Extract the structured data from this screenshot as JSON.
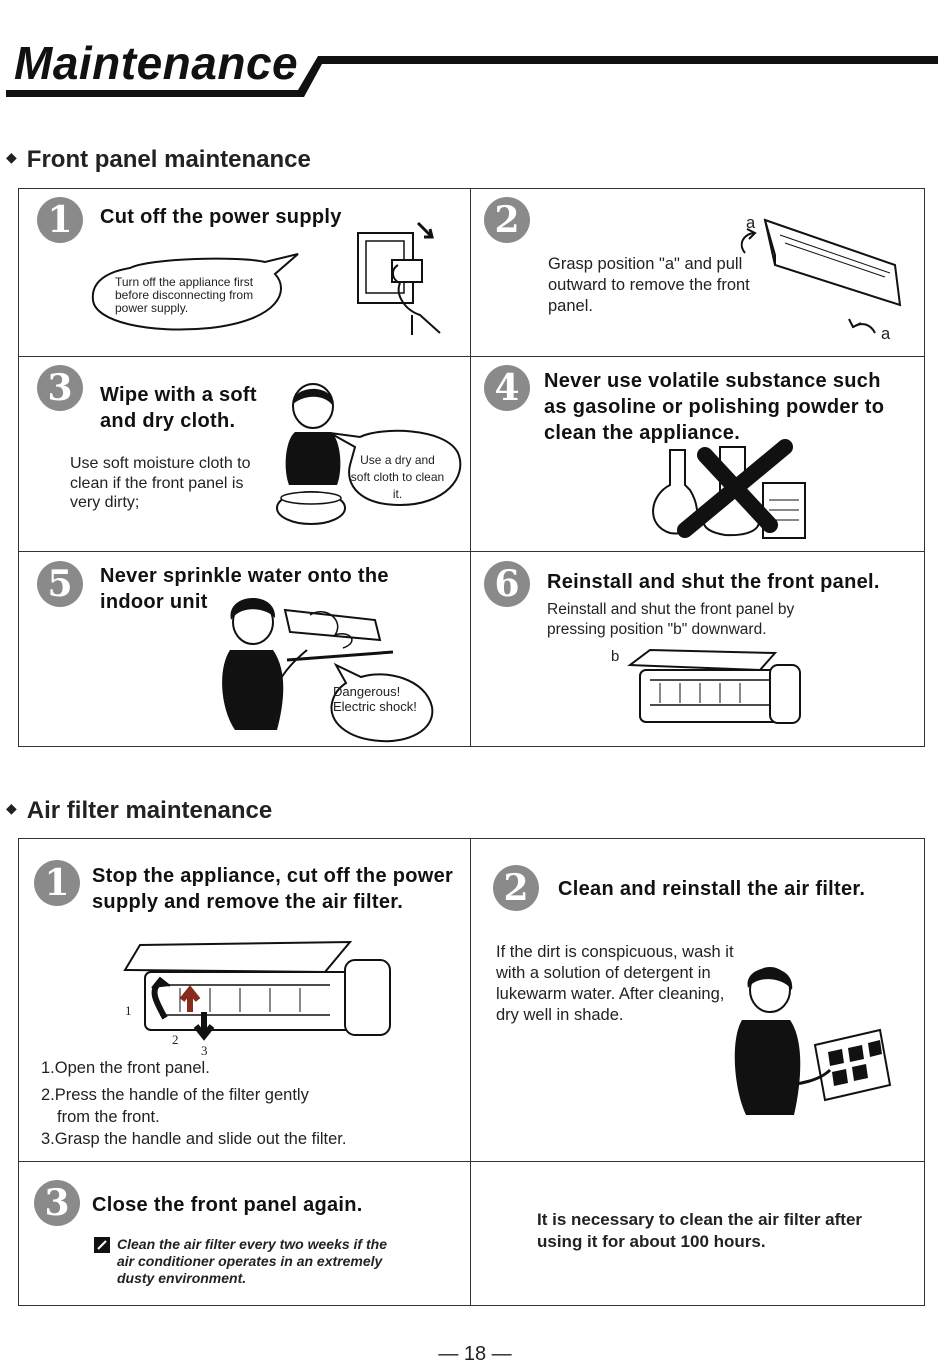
{
  "page": {
    "title": "Maintenance",
    "page_number": "— 18 —"
  },
  "front_panel": {
    "heading": "Front panel maintenance",
    "steps": [
      {
        "number": "1",
        "title": "Cut off the power supply",
        "bubble": "Turn off  the appliance first before disconnecting from power supply."
      },
      {
        "number": "2",
        "text": "Grasp position \"a\" and pull outward to remove the front panel.",
        "label_a": "a"
      },
      {
        "number": "3",
        "title": "Wipe with a soft and dry cloth.",
        "text": "Use soft moisture cloth to clean if the front panel is very dirty;",
        "bubble": "Use a dry and soft cloth to clean it."
      },
      {
        "number": "4",
        "title": "Never use volatile substance such as gasoline or polishing powder to clean the appliance."
      },
      {
        "number": "5",
        "title": "Never sprinkle water onto the indoor unit",
        "bubble": "Dangerous! Electric shock!"
      },
      {
        "number": "6",
        "title": "Reinstall and shut the front panel.",
        "text": "Reinstall and shut the front panel by pressing position \"b\" downward.",
        "label_b": "b"
      }
    ]
  },
  "air_filter": {
    "heading": "Air filter maintenance",
    "steps": [
      {
        "number": "1",
        "title": "Stop the appliance, cut off the power supply and remove the air filter.",
        "list": [
          "1.Open the front panel.",
          "2.Press the handle of the filter gently",
          "from the front.",
          "3.Grasp the handle and slide out the filter."
        ],
        "fig_labels": [
          "1",
          "2",
          "3"
        ]
      },
      {
        "number": "2",
        "title": "Clean and reinstall the air filter.",
        "text": "If the dirt is conspicuous, wash it with a solution of detergent in lukewarm water. After cleaning, dry well in shade."
      },
      {
        "number": "3",
        "title": "Close the front panel again.",
        "note": "Clean the air filter every two weeks if the air conditioner operates in an extremely dusty environment."
      }
    ],
    "reminder": "It is necessary to clean the air filter after using it for about 100 hours."
  }
}
